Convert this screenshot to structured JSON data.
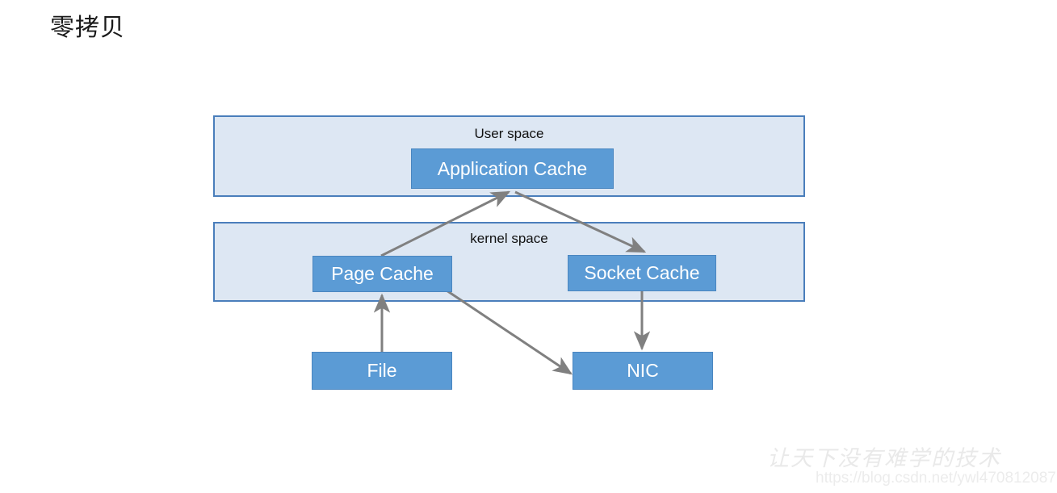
{
  "slide": {
    "title": "零拷贝",
    "background_color": "#ffffff"
  },
  "colors": {
    "container_fill": "#dde7f3",
    "container_border": "#4a7ebb",
    "node_fill": "#5b9bd5",
    "node_border": "#4a86c0",
    "node_text": "#ffffff",
    "arrow": "#808080",
    "title_text": "#1a1a1a",
    "watermark": "#e9e9e9"
  },
  "diagram": {
    "containers": [
      {
        "id": "user-space",
        "label": "User space"
      },
      {
        "id": "kernel-space",
        "label": "kernel space"
      }
    ],
    "nodes": [
      {
        "id": "application-cache",
        "label": "Application Cache",
        "container": "user-space"
      },
      {
        "id": "page-cache",
        "label": "Page Cache",
        "container": "kernel-space"
      },
      {
        "id": "socket-cache",
        "label": "Socket Cache",
        "container": "kernel-space"
      },
      {
        "id": "file",
        "label": "File",
        "container": null
      },
      {
        "id": "nic",
        "label": "NIC",
        "container": null
      }
    ],
    "arrows": [
      {
        "from": "file",
        "to": "page-cache",
        "direction": "up"
      },
      {
        "from": "page-cache",
        "to": "application-cache",
        "direction": "up-right"
      },
      {
        "from": "application-cache",
        "to": "socket-cache",
        "direction": "down-right"
      },
      {
        "from": "socket-cache",
        "to": "nic",
        "direction": "down"
      },
      {
        "from": "page-cache",
        "to": "nic",
        "direction": "down-right"
      }
    ]
  },
  "watermark": {
    "text": "让天下没有难学的技术",
    "url": "https://blog.csdn.net/ywl470812087"
  }
}
